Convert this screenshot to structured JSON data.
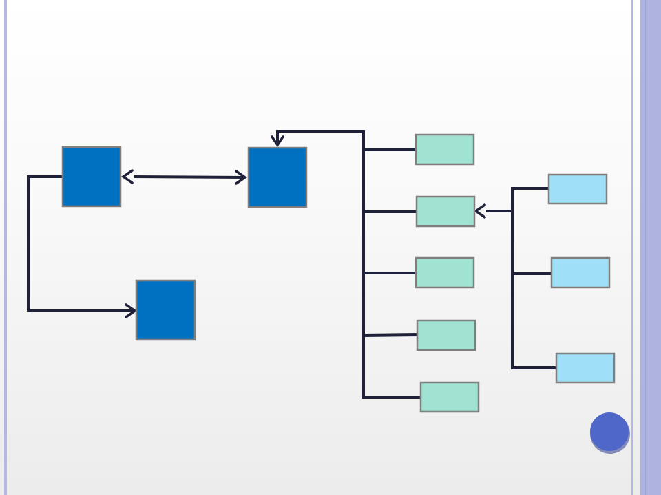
{
  "slide": {
    "title": "",
    "colors": {
      "background_top": "#ffffff",
      "background_bottom": "#ececec",
      "border_accent": "#b4b9e3",
      "primary_box": "#0070c0",
      "child_box": "#a1e3d2",
      "grandchild_box": "#9fe0f8",
      "box_outline": "#7f7f7f",
      "connector": "#1f2138",
      "nav_button": "#4f67c9"
    }
  },
  "diagram": {
    "kind": "hierarchy-with-arrows",
    "primary_boxes": 3,
    "child_boxes": 5,
    "grandchild_boxes": 3,
    "arrowheads": "open-chevron"
  },
  "nav": {
    "button_icon": "circle-icon"
  }
}
